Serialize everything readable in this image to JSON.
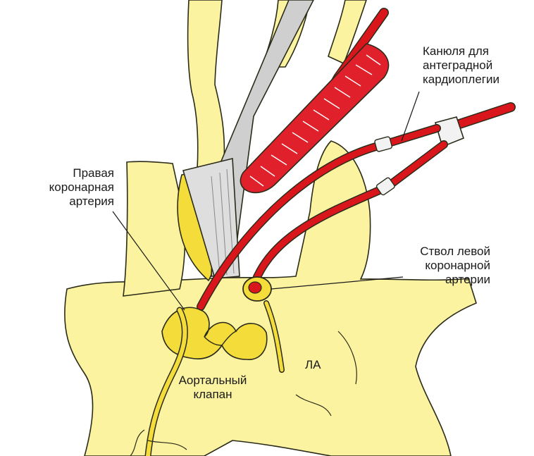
{
  "labels": {
    "cannula": {
      "lines": [
        "Канюля для",
        "антеградной",
        "кардиоплегии"
      ]
    },
    "right_coronary": {
      "lines": [
        "Правая",
        "коронарная",
        "артерия"
      ]
    },
    "left_main": {
      "lines": [
        "Ствол левой",
        "коронарной",
        "артерии"
      ]
    },
    "aortic_valve": {
      "lines": [
        "Аортальный",
        "клапан"
      ]
    },
    "la": {
      "text": "ЛА"
    }
  },
  "colors": {
    "tissue": "#fbf3a0",
    "tissue_deep": "#f4dc3a",
    "outline": "#2b2b1a",
    "tube_red": "#d9161c",
    "muscle_red": "#e0202a",
    "clamp_gray": "#cfcfcf",
    "connector": "#f2f2f2"
  }
}
